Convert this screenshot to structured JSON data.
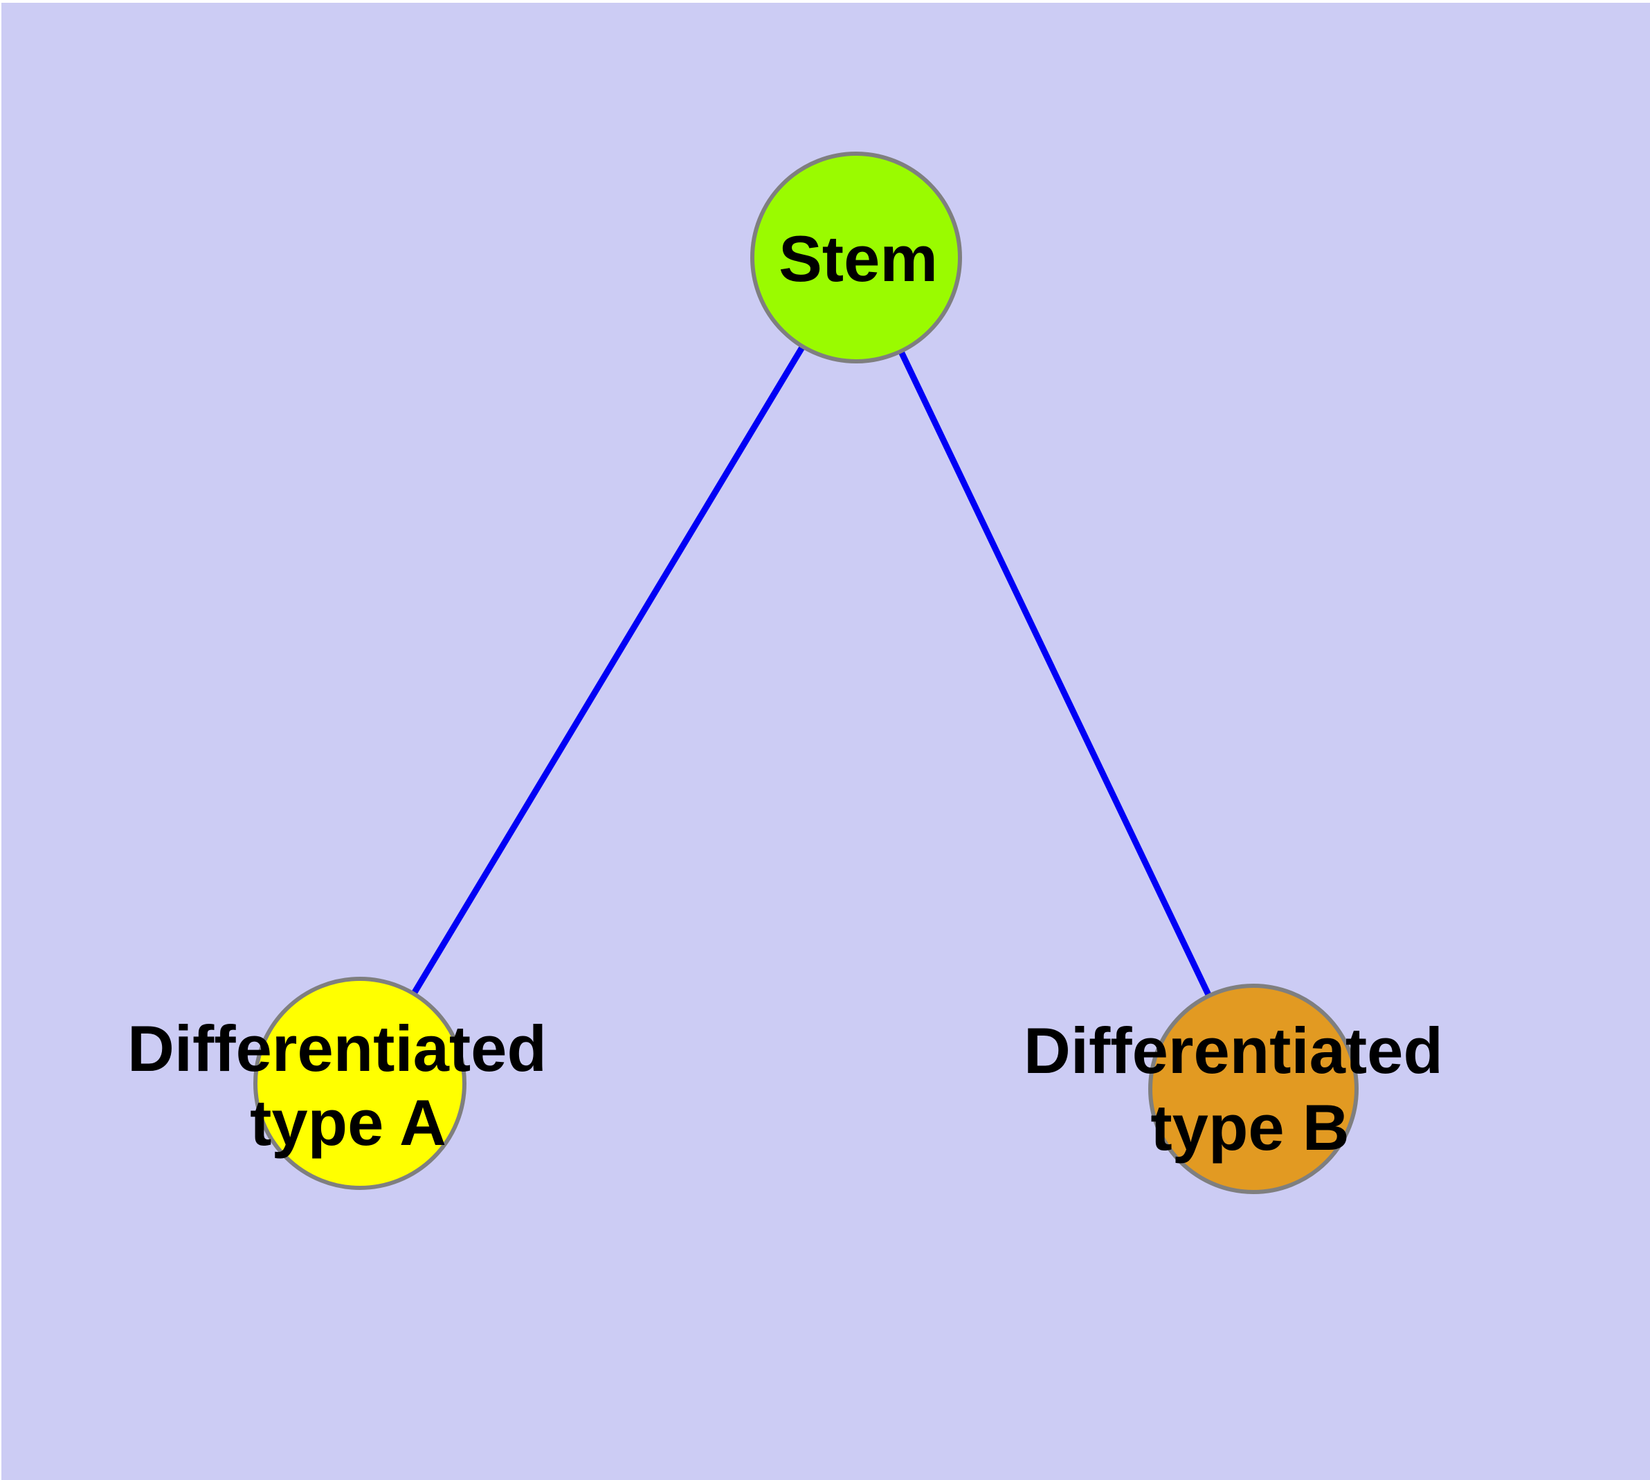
{
  "canvas": {
    "background": "#CCCCF4",
    "frame_color": "#FFFFFF",
    "label_color": "#000000"
  },
  "diagram": {
    "type": "node-link-graph",
    "node_shape": "circle",
    "node_border_color": "#7F7F7F",
    "edge_color": "#0000F5"
  },
  "nodes": [
    {
      "id": "stem",
      "label": "Stem",
      "label_lines": [
        "Stem"
      ],
      "fill": "#9AFB00",
      "border": "#7F7F7F"
    },
    {
      "id": "differentiated-type-a",
      "label": "Differentiated type A",
      "label_lines": [
        "Differentiated",
        "type A"
      ],
      "fill": "#FFFF00",
      "border": "#7F7F7F"
    },
    {
      "id": "differentiated-type-b",
      "label": "Differentiated type B",
      "label_lines": [
        "Differentiated",
        "type B"
      ],
      "fill": "#E29A22",
      "border": "#7F7F7F"
    }
  ],
  "edges": [
    {
      "from": "stem",
      "to": "differentiated-type-a",
      "color": "#0000F5"
    },
    {
      "from": "stem",
      "to": "differentiated-type-b",
      "color": "#0000F5"
    }
  ]
}
